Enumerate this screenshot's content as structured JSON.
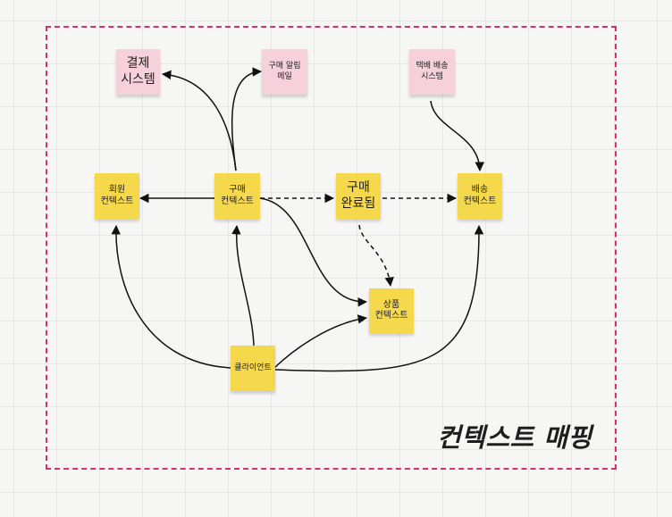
{
  "board": {
    "caption": "컨텍스트 매핑",
    "frame_color": "#d9306a",
    "note_colors": {
      "yellow": "#f6d84c",
      "pink": "#f6d1dc"
    }
  },
  "nodes": {
    "payment": "결제\n시스템",
    "purchase_alert": "구매 알림\n메일",
    "delivery_system": "택배 배송\n시스템",
    "member": "회원\n컨텍스트",
    "purchase": "구매\n컨텍스트",
    "purchase_done": "구매\n완료됨",
    "delivery": "배송\n컨텍스트",
    "product": "상품\n컨텍스트",
    "client": "클라이언트"
  },
  "edges": [
    {
      "from": "purchase",
      "to": "payment",
      "style": "solid"
    },
    {
      "from": "purchase",
      "to": "purchase_alert",
      "style": "solid"
    },
    {
      "from": "purchase",
      "to": "member",
      "style": "solid"
    },
    {
      "from": "purchase",
      "to": "purchase_done",
      "style": "dashed"
    },
    {
      "from": "purchase_done",
      "to": "delivery",
      "style": "dashed"
    },
    {
      "from": "purchase_done",
      "to": "product",
      "style": "dashed"
    },
    {
      "from": "purchase",
      "to": "product",
      "style": "solid"
    },
    {
      "from": "delivery_system",
      "to": "delivery",
      "style": "solid"
    },
    {
      "from": "client",
      "to": "member",
      "style": "solid"
    },
    {
      "from": "client",
      "to": "purchase",
      "style": "solid"
    },
    {
      "from": "client",
      "to": "product",
      "style": "solid"
    },
    {
      "from": "client",
      "to": "delivery",
      "style": "solid"
    }
  ]
}
